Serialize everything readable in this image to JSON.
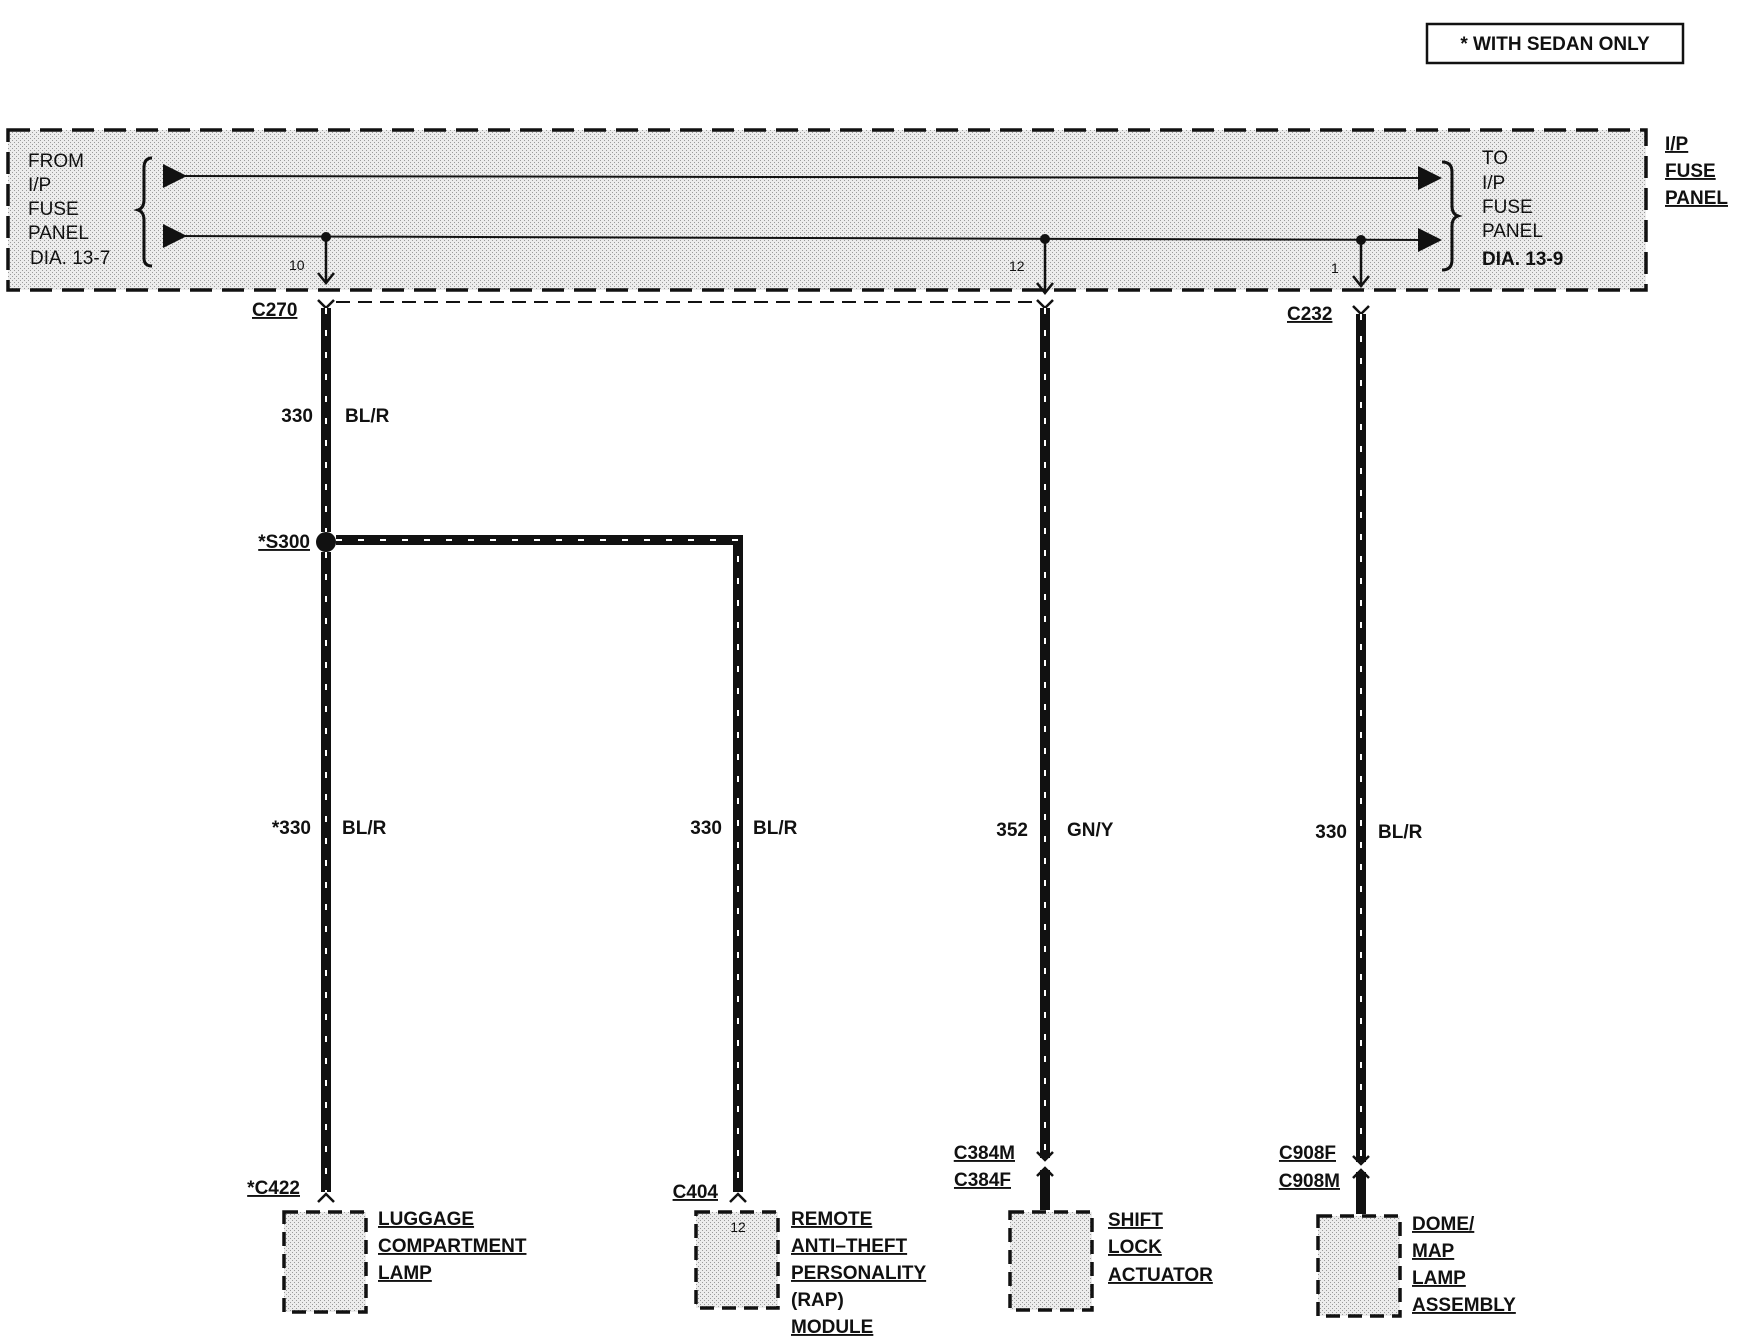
{
  "note": {
    "text": "* WITH SEDAN ONLY"
  },
  "fuse_panel": {
    "title": [
      "I/P",
      "FUSE",
      "PANEL"
    ],
    "from_label": [
      "FROM",
      "I/P",
      "FUSE",
      "PANEL",
      "DIA. 13-7"
    ],
    "to_label": [
      "TO",
      "I/P",
      "FUSE",
      "PANEL",
      "DIA. 13-9"
    ],
    "pins": [
      "10",
      "12",
      "1"
    ]
  },
  "connectors": {
    "c270": "C270",
    "c232": "C232",
    "s300": "*S300",
    "c422": "*C422",
    "c404": "C404",
    "c384m": "C384M",
    "c384f": "C384F",
    "c908f": "C908F",
    "c908m": "C908M"
  },
  "wires": {
    "w1_upper": {
      "circuit": "330",
      "color": "BL/R"
    },
    "w1_lower": {
      "circuit": "*330",
      "color": "BL/R"
    },
    "w2": {
      "circuit": "330",
      "color": "BL/R"
    },
    "w3": {
      "circuit": "352",
      "color": "GN/Y"
    },
    "w4": {
      "circuit": "330",
      "color": "BL/R"
    }
  },
  "components": {
    "luggage": {
      "lines": [
        "LUGGAGE",
        "COMPARTMENT",
        "LAMP"
      ]
    },
    "rap": {
      "pin": "12",
      "lines": [
        "REMOTE",
        "ANTI–THEFT",
        "PERSONALITY",
        "(RAP)",
        "MODULE"
      ]
    },
    "shift": {
      "lines": [
        "SHIFT",
        "LOCK",
        "ACTUATOR"
      ]
    },
    "dome": {
      "lines": [
        "DOME/",
        "MAP",
        "LAMP",
        "ASSEMBLY"
      ]
    }
  }
}
